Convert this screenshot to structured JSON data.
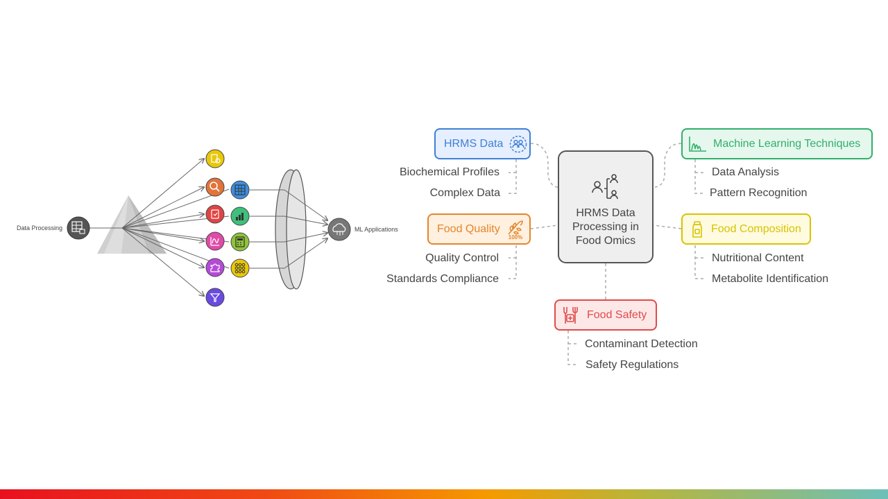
{
  "left_diagram": {
    "source_label": "Data Processing",
    "target_label": "ML Applications",
    "source_icon": "table-lock-icon",
    "target_icon": "cloud-network-icon",
    "outer_icons": [
      {
        "name": "document-settings-icon",
        "color": "#e8c80a"
      },
      {
        "name": "search-icon",
        "color": "#e2743a"
      },
      {
        "name": "clipboard-check-icon",
        "color": "#e04444"
      },
      {
        "name": "curve-function-icon",
        "color": "#e04aa8"
      },
      {
        "name": "puzzle-icon",
        "color": "#b54ad8"
      },
      {
        "name": "filter-icon",
        "color": "#6a4ae0"
      }
    ],
    "inner_icons": [
      {
        "name": "grid-icon",
        "color": "#3d8fe0"
      },
      {
        "name": "bar-chart-icon",
        "color": "#3dc07a"
      },
      {
        "name": "calculator-icon",
        "color": "#8fc43a"
      },
      {
        "name": "dots-grid-icon",
        "color": "#e8c80a"
      }
    ]
  },
  "mindmap": {
    "center": {
      "title": "HRMS Data Processing in Food Omics",
      "icon": "people-hierarchy-icon"
    },
    "branches": [
      {
        "key": "hrms",
        "label": "HRMS Data",
        "icon": "people-circle-icon",
        "color": "#3d7fd6",
        "bg": "#e6efff",
        "items": [
          "Biochemical Profiles",
          "Complex Data"
        ]
      },
      {
        "key": "quality",
        "label": "Food Quality",
        "icon": "wheat-100-icon",
        "color": "#e2862a",
        "bg": "#fff0e0",
        "items": [
          "Quality Control",
          "Standards Compliance"
        ]
      },
      {
        "key": "ml",
        "label": "Machine Learning Techniques",
        "icon": "chart-peaks-icon",
        "color": "#2fb06a",
        "bg": "#e6f7ee",
        "items": [
          "Data Analysis",
          "Pattern Recognition"
        ]
      },
      {
        "key": "composition",
        "label": "Food Composition",
        "icon": "bottle-icon",
        "color": "#d9c200",
        "bg": "#fffbe0",
        "items": [
          "Nutritional Content",
          "Metabolite Identification"
        ]
      },
      {
        "key": "safety",
        "label": "Food Safety",
        "icon": "fork-medkit-icon",
        "color": "#e04a4a",
        "bg": "#fde8e8",
        "items": [
          "Contaminant Detection",
          "Safety Regulations"
        ]
      }
    ]
  }
}
